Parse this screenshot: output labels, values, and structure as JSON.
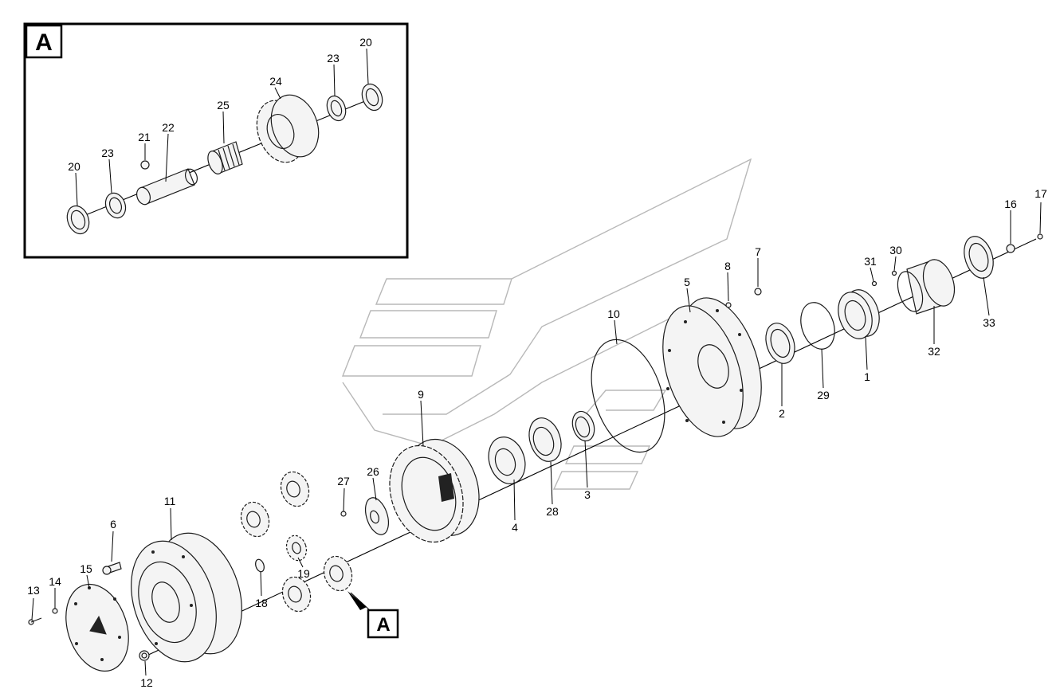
{
  "detail_view": {
    "tag": "A"
  },
  "reference_tag": "A",
  "callouts": {
    "c1": "1",
    "c2": "2",
    "c3": "3",
    "c4": "4",
    "c5": "5",
    "c6": "6",
    "c7": "7",
    "c8": "8",
    "c9": "9",
    "c10": "10",
    "c11": "11",
    "c12": "12",
    "c13": "13",
    "c14": "14",
    "c15": "15",
    "c16": "16",
    "c17": "17",
    "c18": "18",
    "c19": "19",
    "c20a": "20",
    "c20b": "20",
    "c21": "21",
    "c22": "22",
    "c23a": "23",
    "c23b": "23",
    "c24": "24",
    "c25": "25",
    "c26": "26",
    "c27": "27",
    "c28": "28",
    "c29": "29",
    "c30": "30",
    "c31": "31",
    "c32": "32",
    "c33": "33"
  }
}
